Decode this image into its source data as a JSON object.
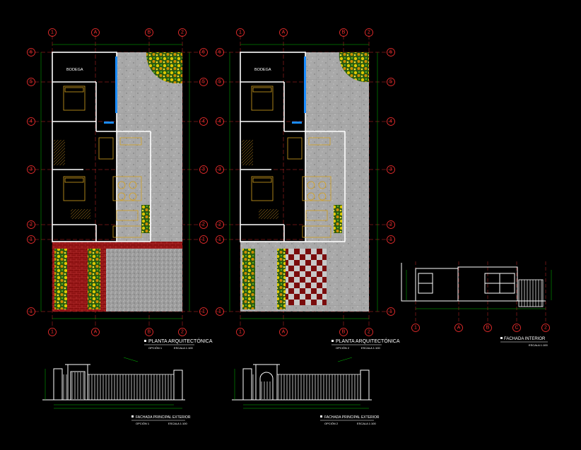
{
  "colors": {
    "background": "#000000",
    "wall": "#ffffff",
    "grid_axis": "#ff3030",
    "dimension_line": "#00c000",
    "paving": "#b8b8b8",
    "planter": "#d4c400",
    "brick": "#a01818",
    "furniture": "#d4a020"
  },
  "plan_left": {
    "room_label": "BODEGA",
    "grid_top": [
      "1",
      "A",
      "B",
      "2"
    ],
    "grid_side": [
      "6",
      "5",
      "4",
      "3",
      "2",
      "1",
      "1"
    ],
    "grid_bottom": [
      "1",
      "A",
      "B",
      "2"
    ],
    "title": "PLANTA ARQUITECTÓNICA",
    "subtitle_left": "OPCIÓN 1",
    "subtitle_right": "ESCALA 1:100"
  },
  "plan_right": {
    "room_label": "BODEGA",
    "grid_top": [
      "1",
      "A",
      "B",
      "2"
    ],
    "grid_side": [
      "6",
      "5",
      "4",
      "3",
      "2",
      "1",
      "1"
    ],
    "grid_bottom": [
      "1",
      "A",
      "B",
      "2"
    ],
    "title": "PLANTA ARQUITECTÓNICA",
    "subtitle_left": "OPCIÓN 2",
    "subtitle_right": "ESCALA 1:100"
  },
  "interior": {
    "grid_bottom": [
      "1",
      "A",
      "B",
      "C",
      "2"
    ],
    "title": "FACHADA INTERIOR",
    "subtitle_right": "ESCALA 1:100"
  },
  "fence_left": {
    "title": "FACHADA PRINCIPAL EXTERIOR",
    "subtitle_left": "OPCIÓN 1",
    "subtitle_right": "ESCALA 1:100"
  },
  "fence_right": {
    "title": "FACHADA PRINCIPAL EXTERIOR",
    "subtitle_left": "OPCIÓN 2",
    "subtitle_right": "ESCALA 1:100"
  }
}
